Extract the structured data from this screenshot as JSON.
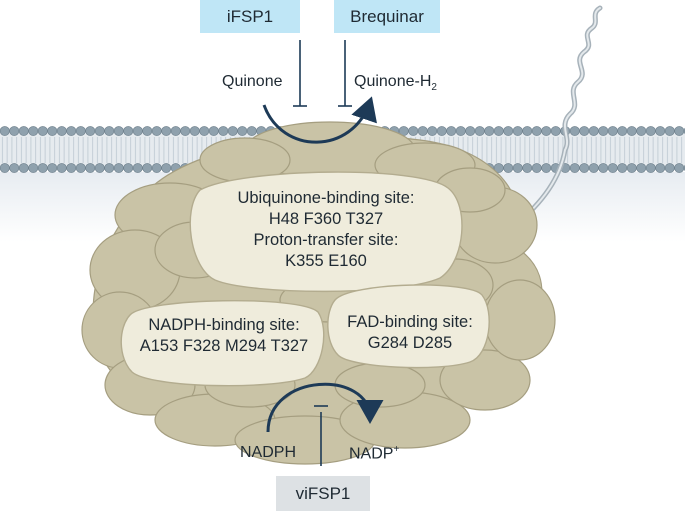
{
  "inhibitors": {
    "ifsp1": "iFSP1",
    "brequinar": "Brequinar",
    "vifsp1": "viFSP1"
  },
  "top_reaction": {
    "substrate": "Quinone",
    "product_base": "Quinone-H",
    "product_sub": "2"
  },
  "bottom_reaction": {
    "substrate": "NADPH",
    "product_base": "NADP",
    "product_sup": "+"
  },
  "sites": {
    "ubiquinone": {
      "line1": "Ubiquinone-binding site:",
      "line2": "H48 F360 T327",
      "line3": "Proton-transfer site:",
      "line4": "K355 E160"
    },
    "nadph": {
      "line1": "NADPH-binding site:",
      "line2": "A153 F328 M294 T327"
    },
    "fad": {
      "line1": "FAD-binding site:",
      "line2": "G284 D285"
    }
  },
  "colors": {
    "inhibitor_box": "#bfe6f6",
    "inhibitor_box_gray": "#dde1e4",
    "protein_surface": "#c9c3a6",
    "protein_shadow": "#a59e80",
    "site_fill": "#efecdc",
    "membrane_head": "#8fa1ad",
    "arrow": "#1d3a57"
  }
}
